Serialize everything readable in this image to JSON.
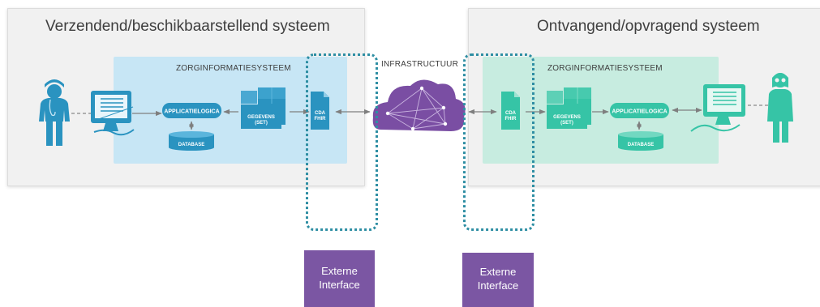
{
  "left": {
    "title": "Verzendend/beschikbaarstellend systeem",
    "zis_label": "ZORGINFORMATIESYSTEEM",
    "app_logic": "APPLICATIELOGICA",
    "database": "DATABASE",
    "data_line1": "GEGEVENS",
    "data_line2": "(SET)",
    "doc_line1": "CDA",
    "doc_line2": "FHIR"
  },
  "infra": {
    "label": "INFRASTRUCTUUR"
  },
  "right": {
    "title": "Ontvangend/opvragend systeem",
    "zis_label": "ZORGINFORMATIESYSTEEM",
    "app_logic": "APPLICATIELOGICA",
    "database": "DATABASE",
    "data_line1": "GEGEVENS",
    "data_line2": "(SET)",
    "doc_line1": "CDA",
    "doc_line2": "FHIR"
  },
  "external": {
    "left": {
      "line1": "Externe",
      "line2": "Interface"
    },
    "right": {
      "line1": "Externe",
      "line2": "Interface"
    }
  },
  "colors": {
    "panel_bg": "#f1f1f1",
    "zis_left_bg": "#c7e6f5",
    "zis_right_bg": "#c7ece0",
    "left_accent": "#2a93c0",
    "right_accent": "#36c4a6",
    "external_box": "#7b56a3",
    "dotted_border": "#2e8ea3",
    "cloud": "#7a4ea3"
  }
}
